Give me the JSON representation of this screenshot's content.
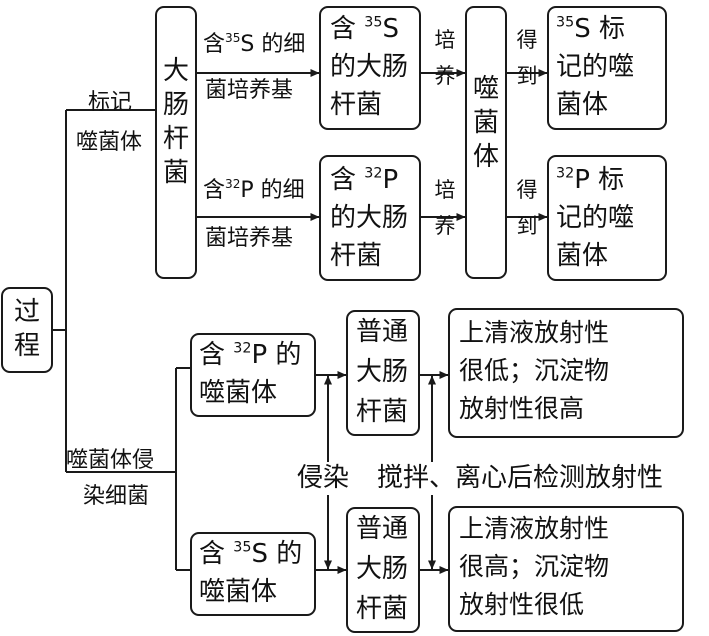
{
  "root": {
    "label": "过程"
  },
  "branch_label": {
    "label_1": "标记",
    "label_2": "噬菌体",
    "infect_1": "噬菌体侵",
    "infect_2": "染细菌"
  },
  "ecoli_box": {
    "label": "大肠杆菌"
  },
  "s35_medium": {
    "pre": "含",
    "iso": "35",
    "post": "S 的细",
    "line2": "菌培养基"
  },
  "p32_medium": {
    "pre": "含",
    "iso": "32",
    "post": "P 的细",
    "line2": "菌培养基"
  },
  "s35_ecoli": {
    "pre": "含 ",
    "iso": "35",
    "post": "S",
    "line2": "的大肠",
    "line3": "杆菌"
  },
  "p32_ecoli": {
    "pre": "含 ",
    "iso": "32",
    "post": "P",
    "line2": "的大肠",
    "line3": "杆菌"
  },
  "culture_label": {
    "label": "培养"
  },
  "phage_box": {
    "label": "噬菌体"
  },
  "obtain_label": {
    "label": "得到"
  },
  "s35_result": {
    "iso": "35",
    "post": "S 标",
    "line2": "记的噬",
    "line3": "菌体"
  },
  "p32_result": {
    "iso": "32",
    "post": "P 标",
    "line2": "记的噬",
    "line3": "菌体"
  },
  "p32_phage": {
    "pre": "含 ",
    "iso": "32",
    "post": "P 的",
    "line2": "噬菌体"
  },
  "s35_phage": {
    "pre": "含 ",
    "iso": "35",
    "post": "S 的",
    "line2": "噬菌体"
  },
  "normal_ecoli": {
    "line1": "普通",
    "line2": "大肠",
    "line3": "杆菌"
  },
  "process_label": {
    "infect": "侵染",
    "rest": "搅拌、离心后检测放射性"
  },
  "result_p32": {
    "line1": "上清液放射性",
    "line2": "很低；沉淀物",
    "line3": "放射性很高"
  },
  "result_s35": {
    "line1": "上清液放射性",
    "line2": "很高；沉淀物",
    "line3": "放射性很低"
  }
}
